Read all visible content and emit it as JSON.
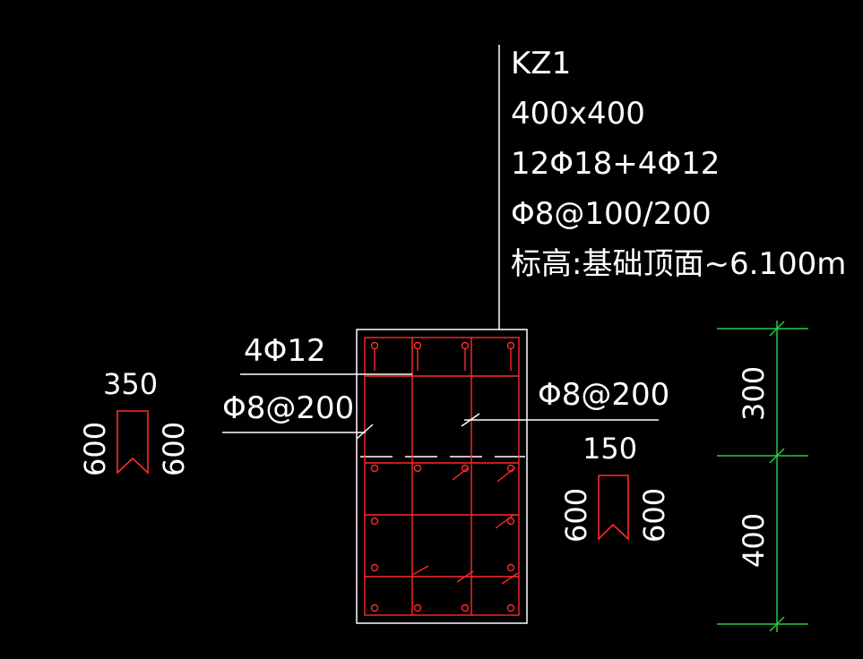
{
  "annotation": {
    "column_id": "KZ1",
    "size": "400x400",
    "main_rebar": "12Φ18+4Φ12",
    "stirrup": "Φ8@100/200",
    "elevation": "标高:基础顶面~6.100m"
  },
  "left_callout": {
    "rebar": "4Φ12",
    "stirrup": "Φ8@200"
  },
  "right_callout": {
    "stirrup": "Φ8@200"
  },
  "left_bracket": {
    "top": "350",
    "left": "600",
    "right": "600"
  },
  "right_bracket": {
    "top": "150",
    "left": "600",
    "right": "600"
  },
  "dimensions": {
    "upper": "300",
    "lower": "400"
  },
  "colors": {
    "background": "#000000",
    "outline": "#ffffff",
    "rebar": "#ff2a2a",
    "dimension": "#22cc44"
  }
}
